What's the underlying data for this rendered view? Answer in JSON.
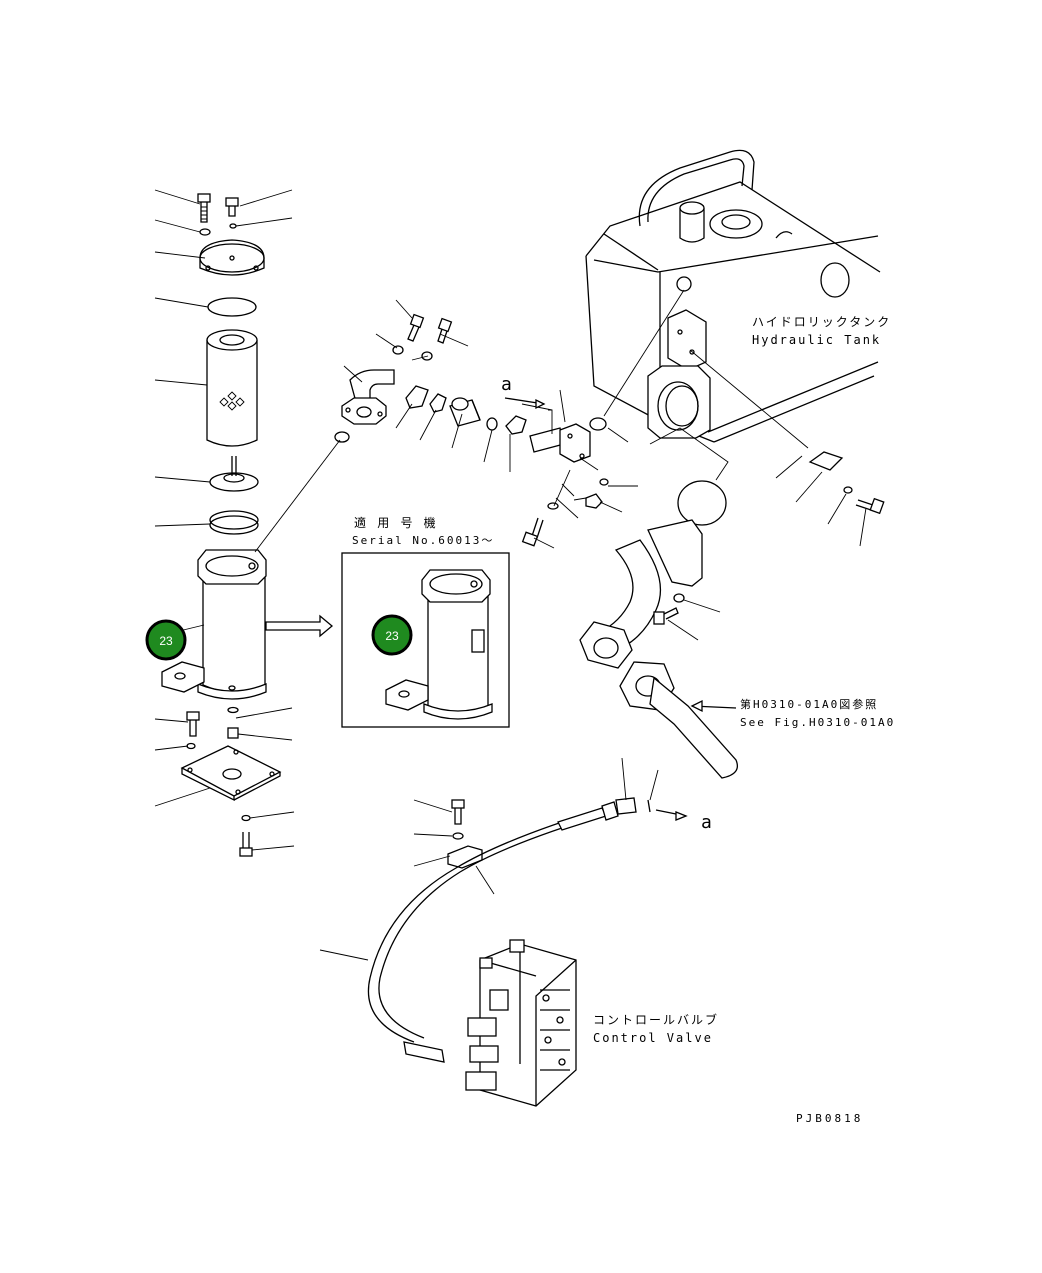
{
  "diagram": {
    "labels": {
      "hydraulic_tank_jp": "ハイドロリックタンク",
      "hydraulic_tank_en": "Hydraulic Tank",
      "control_valve_jp": "コントロールバルブ",
      "control_valve_en": "Control Valve",
      "serial_jp": "適 用 号 機",
      "serial_en": "Serial No.60013～",
      "see_fig_jp": "第H0310-01A0図参照",
      "see_fig_en": "See Fig.H0310-01A0",
      "ref_a_top": "a",
      "ref_a_bottom": "a",
      "drawing_code": "PJB0818"
    },
    "callouts": [
      {
        "id": "filter-main",
        "number": "23",
        "color": "#1f8a1f"
      },
      {
        "id": "filter-inset",
        "number": "23",
        "color": "#1f8a1f"
      }
    ]
  }
}
